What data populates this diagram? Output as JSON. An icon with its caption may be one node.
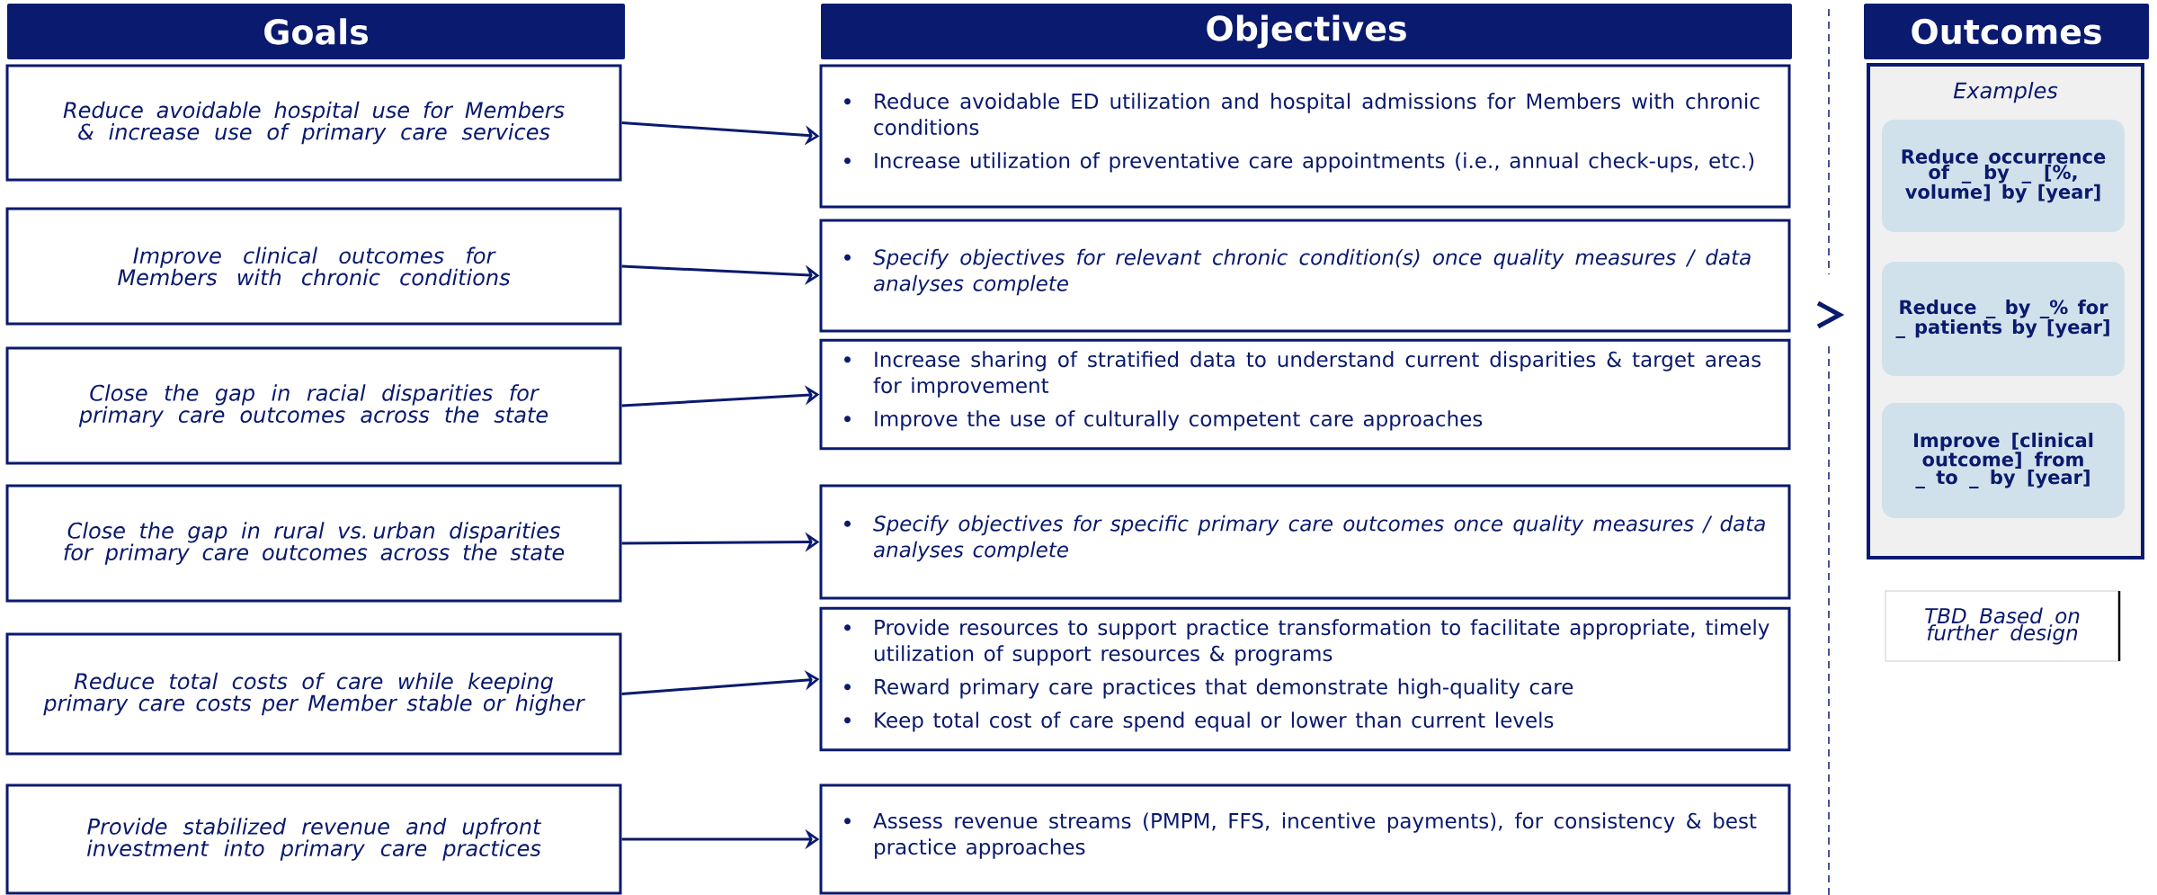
{
  "diagram": {
    "nodes": [
      {
        "text": [
          "Goals"
        ]
      },
      {
        "text": [
          "Objectives"
        ]
      },
      {
        "text": [
          "Outcomes"
        ]
      },
      {
        "text": [
          "Reduce avoidable hospital use for Members & increase use of primary care services"
        ]
      },
      {
        "text": [
          "Improve clinical outcomes for Members with chronic conditions"
        ]
      },
      {
        "text": [
          "Close the gap in racial disparities for primary care outcomes across the state"
        ]
      },
      {
        "text": [
          "Close the gap in rural vs. urban disparities for primary care outcomes across the state"
        ]
      },
      {
        "text": [
          "Reduce total costs of care while keeping primary care costs per Member stable or higher"
        ]
      },
      {
        "text": [
          "Provide stabilized revenue and upfront investment into primary care practices"
        ]
      },
      {
        "text": [
          "Reduce avoidable ED utilization and hospital admissions for Members with chronic conditions",
          "Increase utilization of preventative care appointments (i.e., annual check-ups, etc.)"
        ]
      },
      {
        "text": [
          "Specify objectives for relevant chronic condition(s) once quality measures / data analyses complete"
        ]
      },
      {
        "text": [
          "Increase sharing of stratified data to understand current disparities & target areas for improvement",
          "Improve the use of culturally competent care approaches"
        ]
      },
      {
        "text": [
          "Specify objectives for specific primary care outcomes once quality measures / data analyses complete"
        ]
      },
      {
        "text": [
          "Provide resources to support practice transformation to facilitate appropriate, timely utilization of support resources & programs",
          "Reward primary care practices that demonstrate high-quality care",
          "Keep total cost of care spend equal or lower than current levels"
        ]
      },
      {
        "text": [
          "Assess revenue streams (PMPM, FFS, incentive payments), for consistency & best practice approaches"
        ]
      },
      {
        "text": [
          "Examples"
        ]
      },
      {
        "text": [
          "Reduce occurrence of _ by _ [%, volume] by [year]"
        ],
        "in": 15
      },
      {
        "text": [
          "Reduce _ by _% for _ patients by [year]"
        ],
        "in": 15
      },
      {
        "text": [
          "Improve [clinical outcome] from _ to _ by [year]"
        ],
        "in": 15
      },
      {
        "text": [
          "TBD Based on further design"
        ]
      }
    ],
    "edges": [
      {
        "from": 3,
        "to": 9,
        "arrow": "to"
      },
      {
        "from": 4,
        "to": 10,
        "arrow": "to"
      },
      {
        "from": 5,
        "to": 11,
        "arrow": "to"
      },
      {
        "from": 6,
        "to": 12,
        "arrow": "to"
      },
      {
        "from": 7,
        "to": 13,
        "arrow": "to"
      },
      {
        "from": 8,
        "to": 14,
        "arrow": "to"
      }
    ]
  }
}
